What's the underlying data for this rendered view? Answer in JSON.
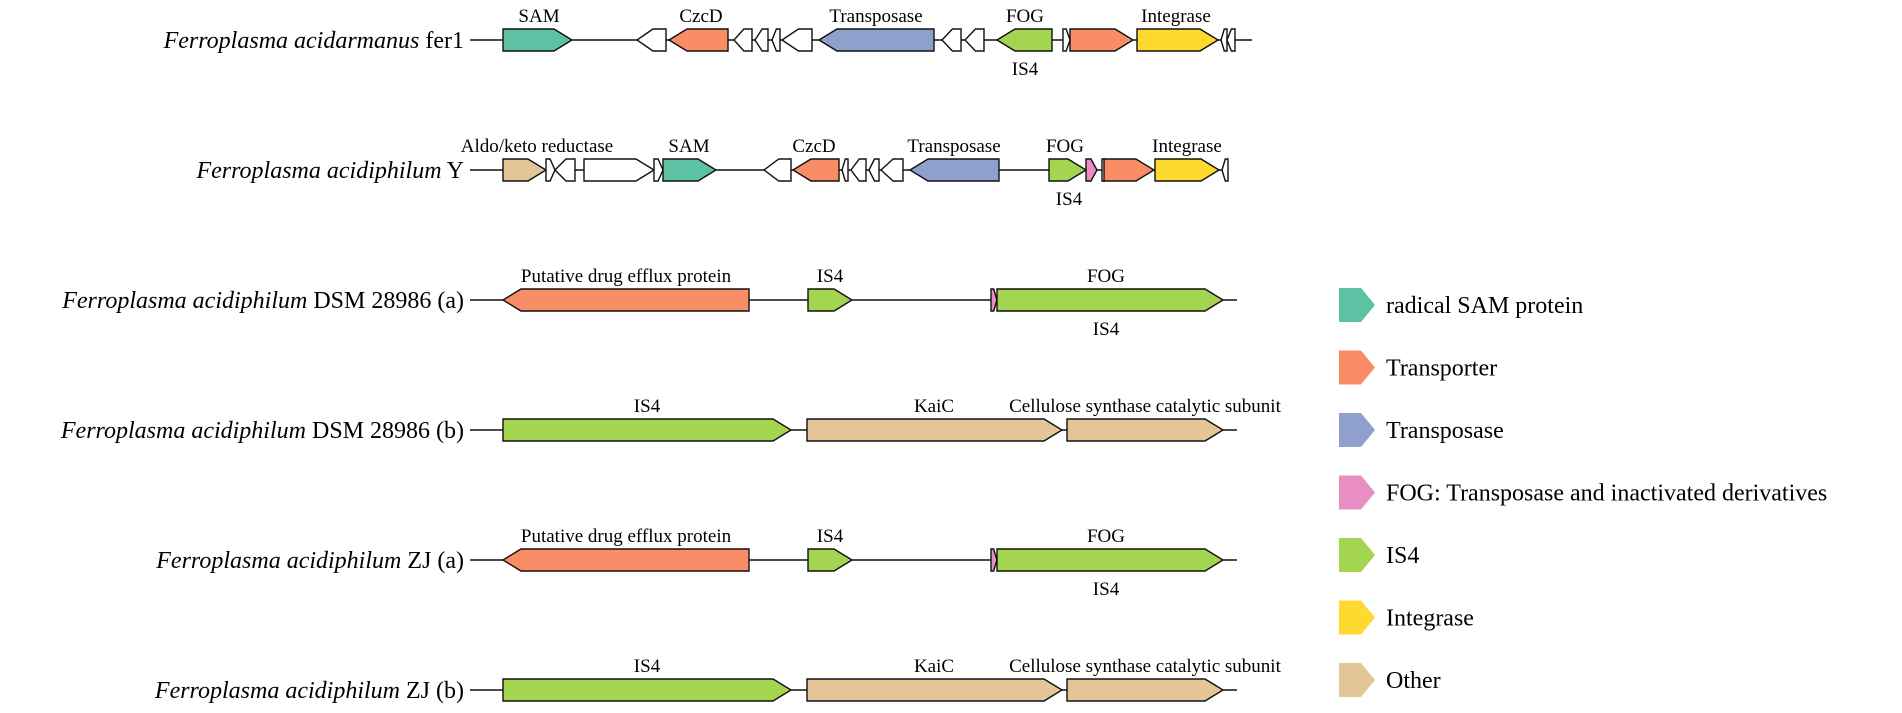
{
  "colors": {
    "radical_sam": "#5cc2a3",
    "transporter": "#f98e66",
    "transposase": "#8fa0cd",
    "fog": "#e98ec3",
    "is4": "#a4d550",
    "integrase": "#fed930",
    "other": "#e3c597",
    "blank": "#ffffff",
    "stroke": "#111111"
  },
  "tracks": [
    {
      "species_italic": "Ferroplasma acidarmanus",
      "strain": " fer1",
      "labels_above": [
        "SAM",
        "CzcD",
        "Transposase",
        "FOG",
        "Integrase"
      ],
      "labels_below": [
        "IS4"
      ]
    },
    {
      "species_italic": "Ferroplasma acidiphilum",
      "strain": " Y",
      "labels_above": [
        "Aldo/keto reductase",
        "SAM",
        "CzcD",
        "Transposase",
        "FOG",
        "Integrase"
      ],
      "labels_below": [
        "IS4"
      ]
    },
    {
      "species_italic": "Ferroplasma acidiphilum",
      "strain": " DSM 28986 (a)",
      "labels_above": [
        "Putative drug efflux protein",
        "IS4",
        "FOG"
      ],
      "labels_below": [
        "IS4"
      ]
    },
    {
      "species_italic": "Ferroplasma acidiphilum",
      "strain": " DSM 28986 (b)",
      "labels_above": [
        "IS4",
        "KaiC",
        "Cellulose synthase catalytic subunit"
      ],
      "labels_below": []
    },
    {
      "species_italic": "Ferroplasma acidiphilum",
      "strain": " ZJ (a)",
      "labels_above": [
        "Putative drug efflux protein",
        "IS4",
        "FOG"
      ],
      "labels_below": [
        "IS4"
      ]
    },
    {
      "species_italic": "Ferroplasma acidiphilum",
      "strain": " ZJ (b)",
      "labels_above": [
        "IS4",
        "KaiC",
        "Cellulose synthase catalytic subunit"
      ],
      "labels_below": []
    }
  ],
  "legend": [
    {
      "key": "radical_sam",
      "label": "radical SAM protein"
    },
    {
      "key": "transporter",
      "label": "Transporter"
    },
    {
      "key": "transposase",
      "label": "Transposase"
    },
    {
      "key": "fog",
      "label": "FOG: Transposase and inactivated derivatives"
    },
    {
      "key": "is4",
      "label": "IS4"
    },
    {
      "key": "integrase",
      "label": "Integrase"
    },
    {
      "key": "other",
      "label": "Other"
    }
  ]
}
